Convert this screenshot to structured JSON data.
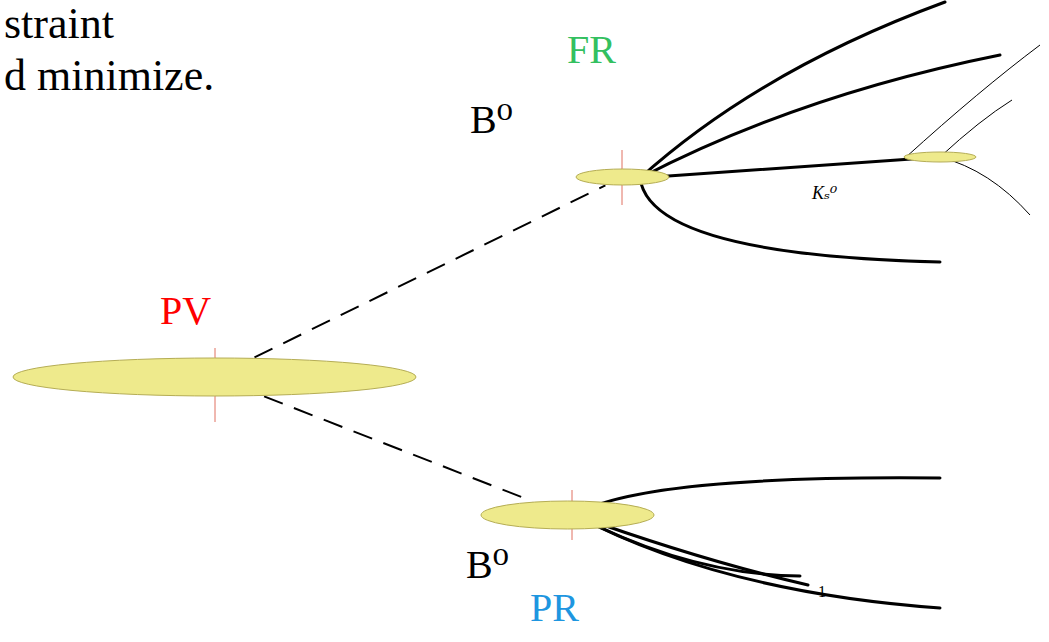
{
  "diagram": {
    "nodes": [
      {
        "text": [
          "FR"
        ]
      },
      {
        "text": [
          "PV"
        ]
      },
      {
        "text": [
          "PR"
        ]
      }
    ],
    "edges": [
      {
        "from": 1,
        "to": 0,
        "arrow": "none",
        "label": "B⁰"
      },
      {
        "from": 1,
        "to": 2,
        "arrow": "none",
        "label": "B⁰"
      }
    ],
    "labels": [
      "straint",
      "d minimize.",
      "Kₛ⁰",
      "1"
    ]
  }
}
